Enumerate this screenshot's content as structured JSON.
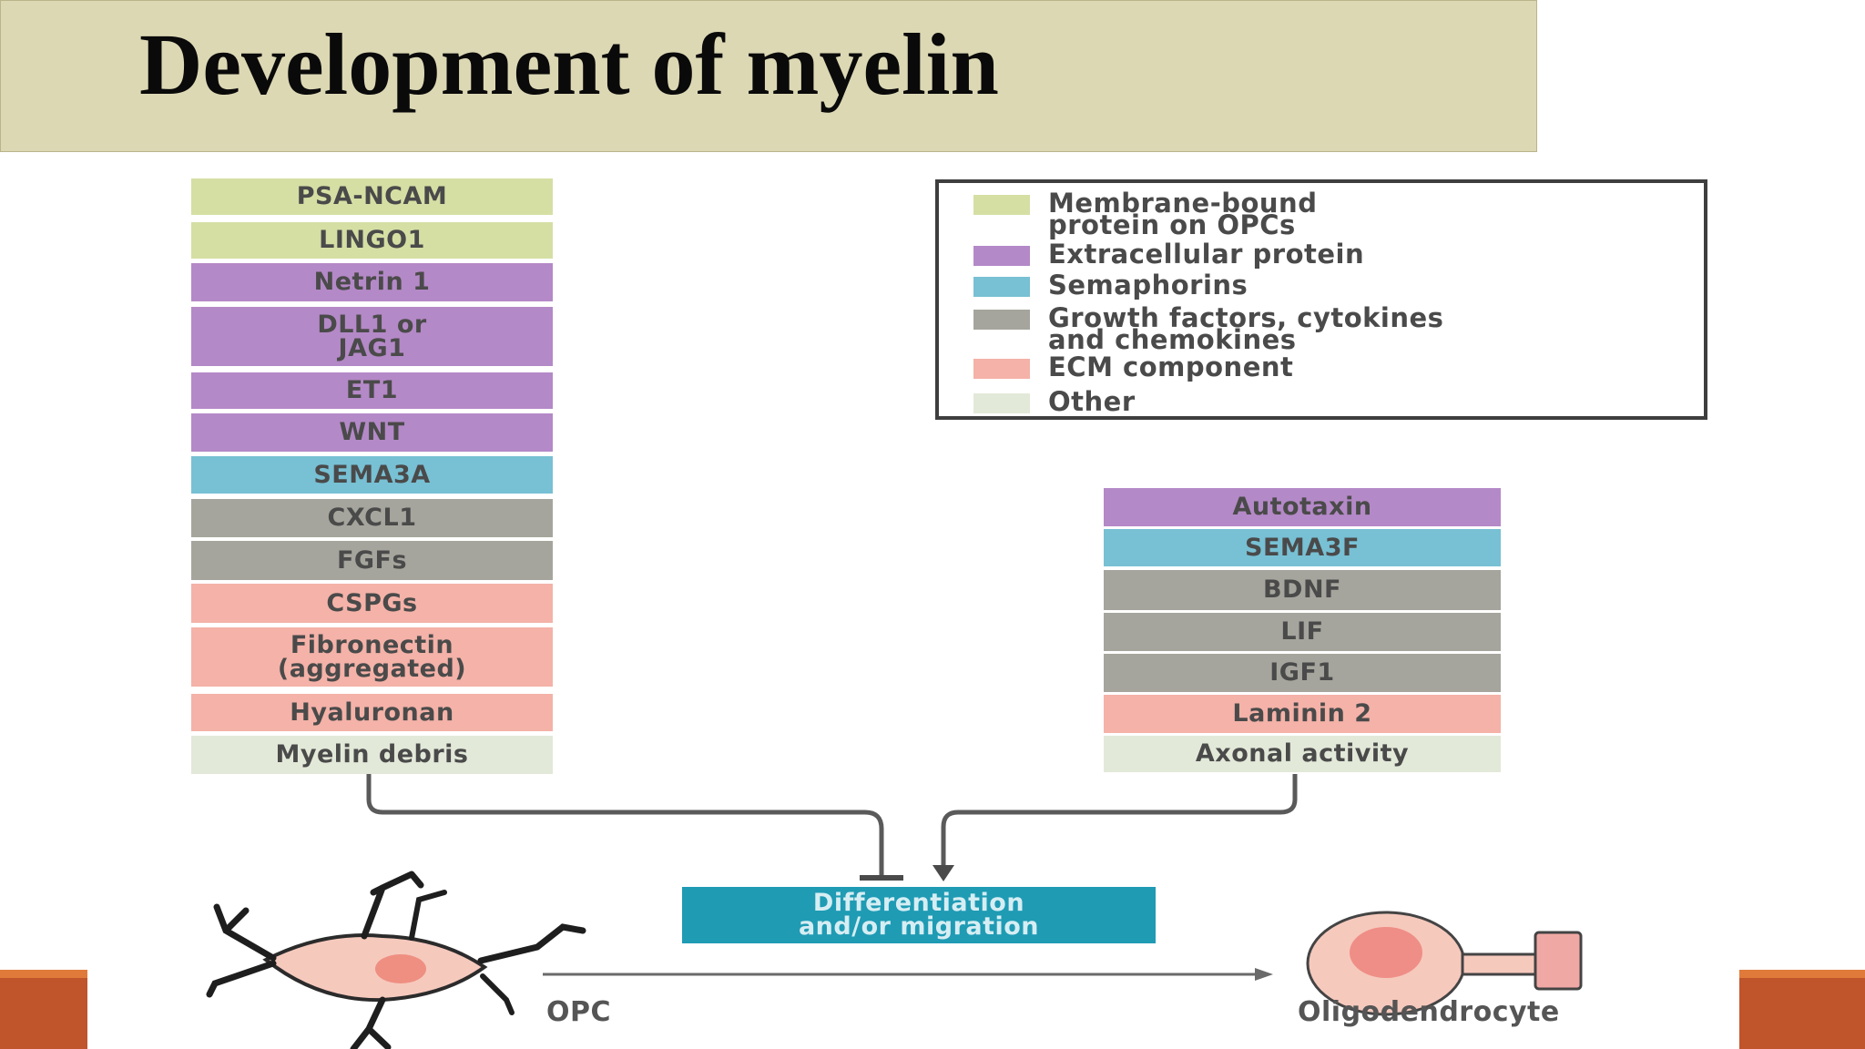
{
  "title": "Development of myelin",
  "colors": {
    "membrane": "#d5dfa4",
    "extracellular": "#b489c7",
    "semaphorins": "#78c0d4",
    "growth": "#a6a59d",
    "ecm": "#f4b2a8",
    "other": "#e3e9d9",
    "process": "#1f9bb4",
    "accent": "#c0542b"
  },
  "inhibitors": [
    {
      "label": "PSA-NCAM",
      "category": "membrane"
    },
    {
      "label": "LINGO1",
      "category": "membrane"
    },
    {
      "label": "Netrin 1",
      "category": "extracellular"
    },
    {
      "label": "DLL1 or\nJAG1",
      "category": "extracellular"
    },
    {
      "label": "ET1",
      "category": "extracellular"
    },
    {
      "label": "WNT",
      "category": "extracellular"
    },
    {
      "label": "SEMA3A",
      "category": "semaphorins"
    },
    {
      "label": "CXCL1",
      "category": "growth"
    },
    {
      "label": "FGFs",
      "category": "growth"
    },
    {
      "label": "CSPGs",
      "category": "ecm"
    },
    {
      "label": "Fibronectin\n(aggregated)",
      "category": "ecm"
    },
    {
      "label": "Hyaluronan",
      "category": "ecm"
    },
    {
      "label": "Myelin debris",
      "category": "other"
    }
  ],
  "promoters": [
    {
      "label": "Autotaxin",
      "category": "extracellular"
    },
    {
      "label": "SEMA3F",
      "category": "semaphorins"
    },
    {
      "label": "BDNF",
      "category": "growth"
    },
    {
      "label": "LIF",
      "category": "growth"
    },
    {
      "label": "IGF1",
      "category": "growth"
    },
    {
      "label": "Laminin 2",
      "category": "ecm"
    },
    {
      "label": "Axonal activity",
      "category": "other"
    }
  ],
  "legend": [
    {
      "label": "Membrane-bound\nprotein on OPCs",
      "category": "membrane"
    },
    {
      "label": "Extracellular protein",
      "category": "extracellular"
    },
    {
      "label": "Semaphorins",
      "category": "semaphorins"
    },
    {
      "label": "Growth factors, cytokines\nand chemokines",
      "category": "growth"
    },
    {
      "label": "ECM component",
      "category": "ecm"
    },
    {
      "label": "Other",
      "category": "other"
    }
  ],
  "process_label": "Differentiation\nand/or migration",
  "opc_label": "OPC",
  "oligodendrocyte_label": "Oligodendrocyte"
}
